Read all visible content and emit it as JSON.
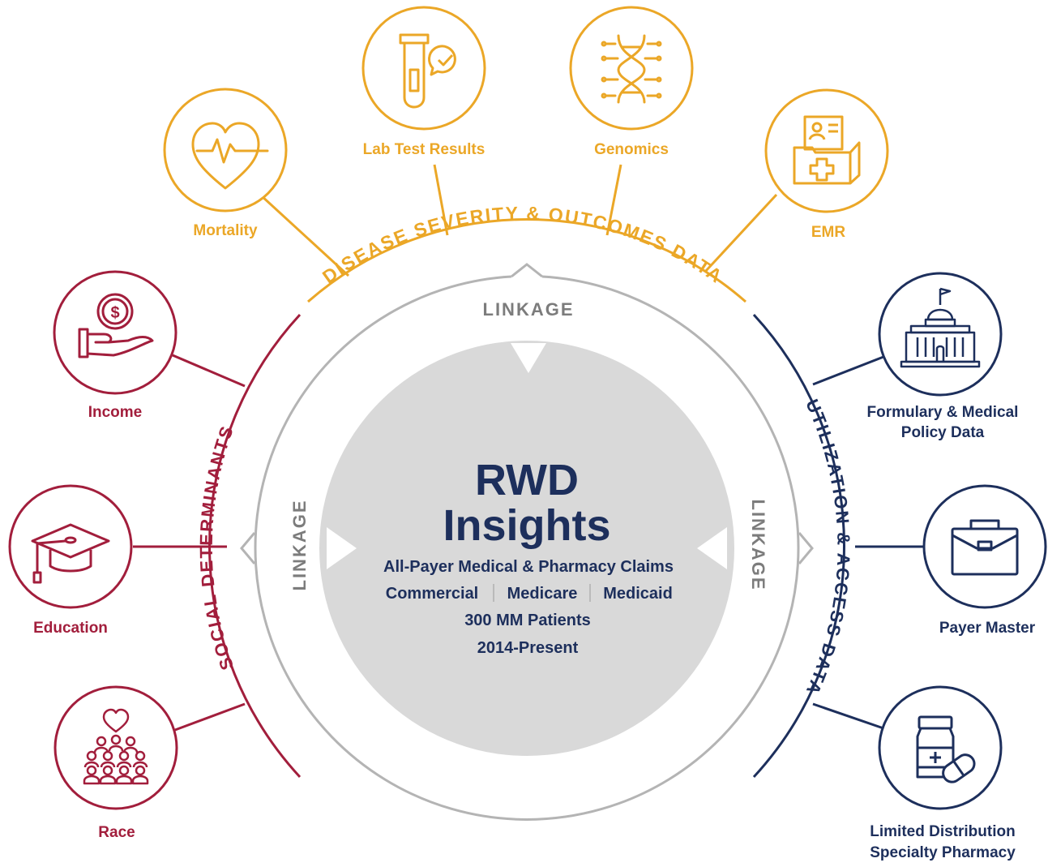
{
  "colors": {
    "gold": "#EBA727",
    "crimson": "#A21E3C",
    "navy": "#1D2F5C",
    "gray_arc": "#B4B4B4",
    "gray_text": "#7C7C7C",
    "core_fill": "#D9D9D9"
  },
  "center": {
    "title_line1": "RWD",
    "title_line2": "Insights",
    "line1": "All-Payer Medical & Pharmacy Claims",
    "segments": [
      "Commercial",
      "Medicare",
      "Medicaid"
    ],
    "line3": "300 MM Patients",
    "line4": "2014-Present"
  },
  "linkage": {
    "top": "LINKAGE",
    "left": "LINKAGE",
    "right": "LINKAGE"
  },
  "arcs": {
    "top": "DISEASE SEVERITY & OUTCOMES DATA",
    "left": "SOCIAL DETERMINANTS",
    "right": "UTILIZATION & ACCESS DATA"
  },
  "nodes": {
    "mortality": {
      "label": "Mortality",
      "icon": "heart-pulse-icon"
    },
    "lab": {
      "label": "Lab Test Results",
      "icon": "test-tube-icon"
    },
    "genomics": {
      "label": "Genomics",
      "icon": "dna-icon"
    },
    "emr": {
      "label": "EMR",
      "icon": "medical-record-icon"
    },
    "income": {
      "label": "Income",
      "icon": "hand-coin-icon"
    },
    "education": {
      "label": "Education",
      "icon": "graduation-cap-icon"
    },
    "race": {
      "label": "Race",
      "icon": "people-group-icon"
    },
    "formulary": {
      "label_line1": "Formulary & Medical",
      "label_line2": "Policy Data",
      "icon": "capitol-building-icon"
    },
    "payer": {
      "label": "Payer Master",
      "icon": "briefcase-icon"
    },
    "limited": {
      "label_line1": "Limited Distribution",
      "label_line2": "Specialty Pharmacy",
      "icon": "pill-bottle-icon"
    }
  }
}
